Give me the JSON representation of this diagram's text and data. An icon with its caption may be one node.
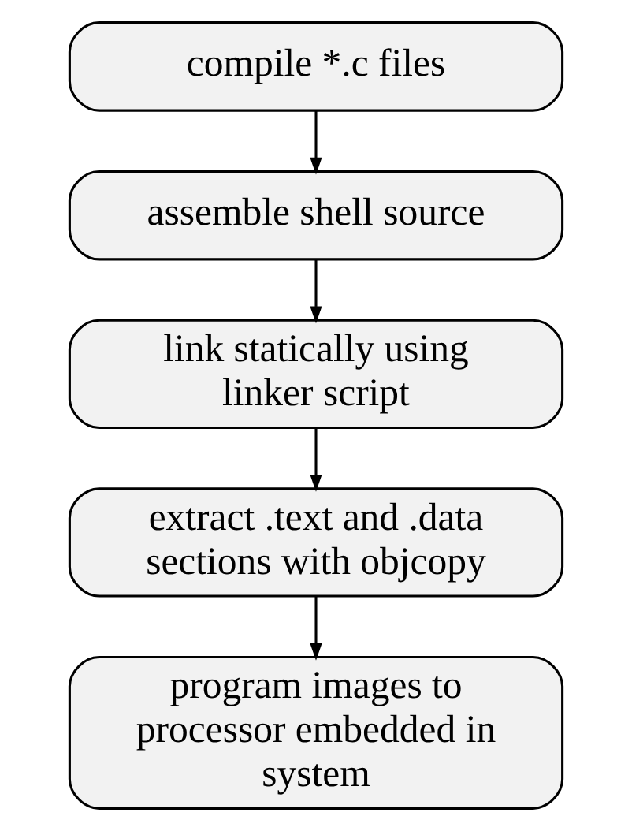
{
  "diagram": {
    "nodes": [
      {
        "text": [
          "compile *.c files"
        ]
      },
      {
        "text": [
          "assemble shell source"
        ]
      },
      {
        "text": [
          "link statically using linker script"
        ]
      },
      {
        "text": [
          "extract .text and .data sections with objcopy"
        ]
      },
      {
        "text": [
          "program images to processor embedded in system"
        ]
      }
    ],
    "edges": [
      {
        "from": 0,
        "to": 1,
        "arrow": "to"
      },
      {
        "from": 1,
        "to": 2,
        "arrow": "to"
      },
      {
        "from": 2,
        "to": 3,
        "arrow": "to"
      },
      {
        "from": 3,
        "to": 4,
        "arrow": "to"
      }
    ]
  }
}
